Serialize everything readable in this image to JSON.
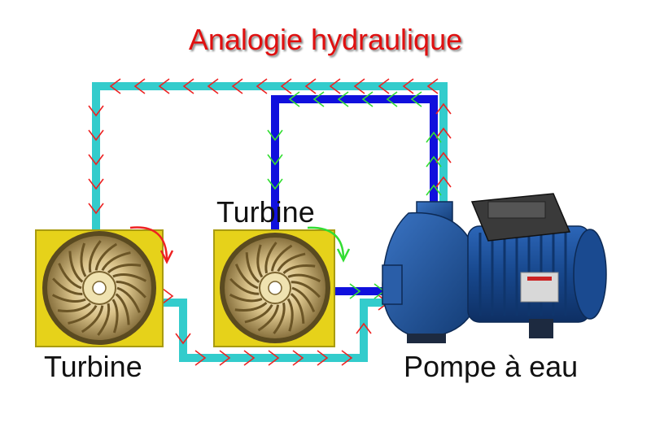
{
  "title": "Analogie hydraulique",
  "labels": {
    "turbine_top": "Turbine",
    "turbine_bottom": "Turbine",
    "pump": "Pompe à eau"
  },
  "colors": {
    "title": "#e01010",
    "outer_circuit": "#33cccc",
    "inner_circuit": "#1010dd",
    "outer_flow_arrows": "#ee2222",
    "inner_flow_arrows": "#33dd33",
    "turbine_housing": "#e6d21a",
    "pump_body": "#1c4f93"
  },
  "icons": {
    "turbine_left": "turbine-wheel-icon",
    "turbine_right": "turbine-wheel-icon",
    "pump": "water-pump-icon",
    "rotation_left": "clockwise-rotation-arrow-icon",
    "rotation_right": "clockwise-rotation-arrow-icon"
  }
}
